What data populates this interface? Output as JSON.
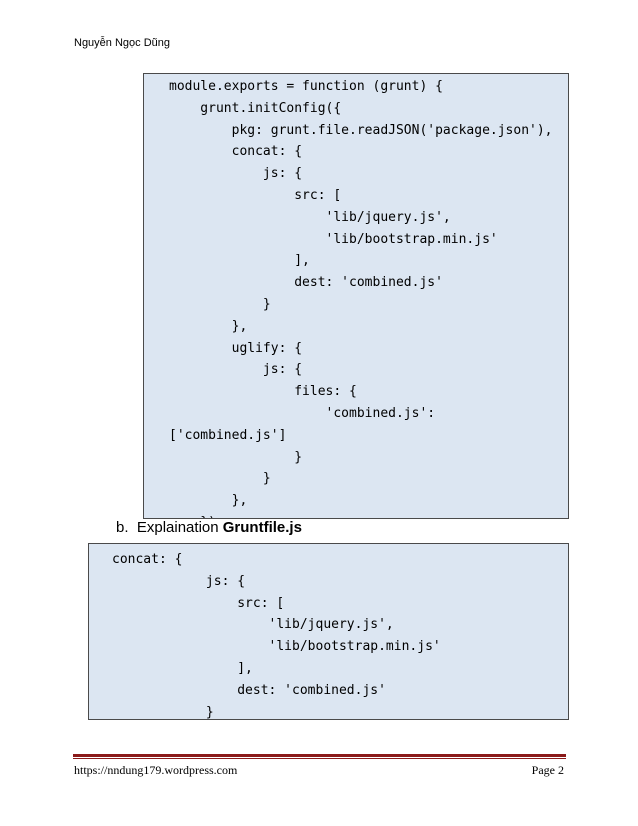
{
  "header": {
    "author": "Nguyễn Ngọc Dũng"
  },
  "code_block_1": {
    "code": "module.exports = function (grunt) {\n    grunt.initConfig({\n        pkg: grunt.file.readJSON('package.json'),\n        concat: {\n            js: {\n                src: [\n                    'lib/jquery.js',\n                    'lib/bootstrap.min.js'\n                ],\n                dest: 'combined.js'\n            }\n        },\n        uglify: {\n            js: {\n                files: {\n                    'combined.js':\n['combined.js']\n                }\n            }\n        },\n    });\n    grunt.loadNpmTasks('grunt-contrib-concat');\n    grunt.loadNpmTasks('grunt-contrib-uglify');\n    grunt.registerTask('default', ['concat:js',\n'uglify:js']);\n};"
  },
  "section": {
    "marker": "b.",
    "text": "Explaination",
    "bold_text": "Gruntfile.js"
  },
  "code_block_2": {
    "code": "concat: {\n            js: {\n                src: [\n                    'lib/jquery.js',\n                    'lib/bootstrap.min.js'\n                ],\n                dest: 'combined.js'\n            }\n        },"
  },
  "footer": {
    "url": "https://nndung179.wordpress.com",
    "page": "Page 2"
  },
  "colors": {
    "code_background": "#dce6f2",
    "footer_rule": "#8b1a1a"
  }
}
